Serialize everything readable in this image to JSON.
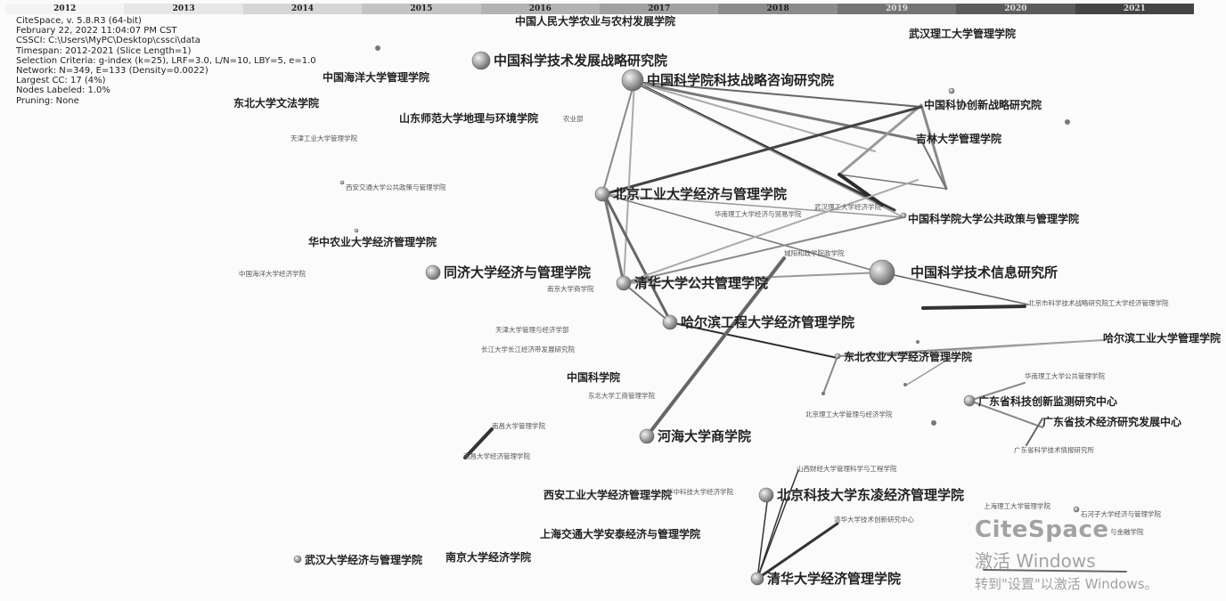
{
  "timeline": {
    "years": [
      "2012",
      "2013",
      "2014",
      "2015",
      "2016",
      "2017",
      "2018",
      "2019",
      "2020",
      "2021"
    ],
    "colors": [
      "#f4f4f4",
      "#e6e6e6",
      "#d6d6d6",
      "#c4c4c4",
      "#b3b3b3",
      "#a0a0a0",
      "#8b8b8b",
      "#747474",
      "#5c5c5c",
      "#444444"
    ]
  },
  "info": {
    "version": "CiteSpace, v. 5.8.R3 (64-bit)",
    "date": "February 22, 2022 11:04:07 PM CST",
    "data_path": "CSSCI: C:\\Users\\MyPC\\Desktop\\cssci\\data",
    "timespan": "Timespan: 2012-2021 (Slice Length=1)",
    "selection": "Selection Criteria: g-index (k=25), LRF=3.0, L/N=10, LBY=5, e=1.0",
    "network": "Network: N=349, E=133 (Density=0.0022)",
    "largest_cc": "Largest CC: 17 (4%)",
    "nodes_labeled": "Nodes Labeled: 1.0%",
    "pruning": "Pruning: None"
  },
  "nodes": [
    {
      "label": "中国人民大学农业与农村发展学院",
      "size": "mid"
    },
    {
      "label": "武汉理工大学管理学院",
      "size": "mid"
    },
    {
      "label": "中国科学技术发展战略研究院",
      "size": "big"
    },
    {
      "label": "中国海洋大学管理学院",
      "size": "mid"
    },
    {
      "label": "中国科学院科技战略咨询研究院",
      "size": "big"
    },
    {
      "label": "中国科协创新战略研究院",
      "size": "mid"
    },
    {
      "label": "东北大学文法学院",
      "size": "mid"
    },
    {
      "label": "山东师范大学地理与环境学院",
      "size": "mid"
    },
    {
      "label": "农业部",
      "size": "xs"
    },
    {
      "label": "天津工业大学管理学院",
      "size": "xs"
    },
    {
      "label": "吉林大学管理学院",
      "size": "mid"
    },
    {
      "label": "西安交通大学公共政策与管理学院",
      "size": "xs"
    },
    {
      "label": "北京工业大学经济与管理学院",
      "size": "big"
    },
    {
      "label": "华南理工大学经济与贸易学院",
      "size": "xs"
    },
    {
      "label": "武汉理工大学经济学院",
      "size": "xs"
    },
    {
      "label": "中国科学院大学公共政策与管理学院",
      "size": "mid"
    },
    {
      "label": "华中农业大学经济管理学院",
      "size": "mid"
    },
    {
      "label": "城阳和政学院政学院",
      "size": "xs"
    },
    {
      "label": "中国科学技术信息研究所",
      "size": "big"
    },
    {
      "label": "中国海洋大学经济学院",
      "size": "xs"
    },
    {
      "label": "同济大学经济与管理学院",
      "size": "big"
    },
    {
      "label": "清华大学公共管理学院",
      "size": "big"
    },
    {
      "label": "南京大学商学院",
      "size": "xs"
    },
    {
      "label": "北京市科学技术战略研究院工大学经济管理学院",
      "size": "xs"
    },
    {
      "label": "哈尔滨工程大学经济管理学院",
      "size": "big"
    },
    {
      "label": "天津大学管理与经济学部",
      "size": "xs"
    },
    {
      "label": "哈尔滨工业大学管理学院",
      "size": "mid"
    },
    {
      "label": "长江大学长江经济带发展研究院",
      "size": "xs"
    },
    {
      "label": "东北农业大学经济管理学院",
      "size": "mid"
    },
    {
      "label": "华南理工大学公共管理学院",
      "size": "xs"
    },
    {
      "label": "中国科学院",
      "size": "mid"
    },
    {
      "label": "东北大学工商管理学院",
      "size": "xs"
    },
    {
      "label": "广东省科技创新监测研究中心",
      "size": "mid"
    },
    {
      "label": "北京理工大学管理与经济学院",
      "size": "xs"
    },
    {
      "label": "广东省技术经济研究发展中心",
      "size": "mid"
    },
    {
      "label": "南昌大学管理学院",
      "size": "xs"
    },
    {
      "label": "河海大学商学院",
      "size": "big"
    },
    {
      "label": "广东省科学技术情报研究所",
      "size": "xs"
    },
    {
      "label": "南昌大学经济管理学院",
      "size": "xs"
    },
    {
      "label": "山西财经大学管理科学与工程学院",
      "size": "xs"
    },
    {
      "label": "西安工业大学经济管理学院",
      "size": "mid"
    },
    {
      "label": "华中科技大学经济学院",
      "size": "xs"
    },
    {
      "label": "北京科技大学东凌经济管理学院",
      "size": "big"
    },
    {
      "label": "上海理工大学管理学院",
      "size": "xs"
    },
    {
      "label": "石河子大学经济与管理学院",
      "size": "xs"
    },
    {
      "label": "清华大学技术创新研究中心",
      "size": "xs"
    },
    {
      "label": "上海交通大学安泰经济与管理学院",
      "size": "mid"
    },
    {
      "label": "与金融学院",
      "size": "xs"
    },
    {
      "label": "武汉大学经济与管理学院",
      "size": "mid"
    },
    {
      "label": "南京大学经济学院",
      "size": "mid"
    },
    {
      "label": "清华大学经济管理学院",
      "size": "big"
    }
  ],
  "watermark": {
    "logo": "CiteSpace",
    "title": "激活 Windows",
    "subtitle": "转到\"设置\"以激活 Windows。"
  }
}
